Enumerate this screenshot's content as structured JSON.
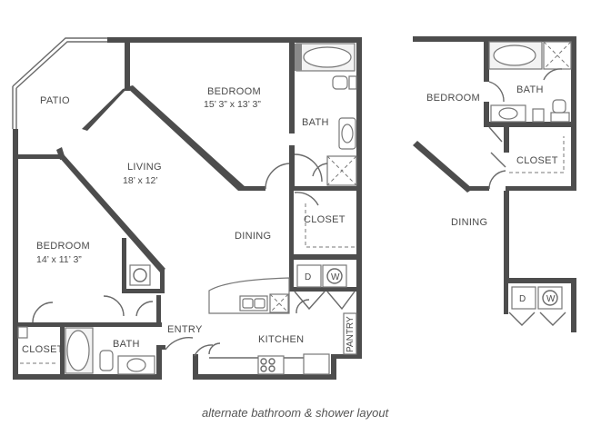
{
  "main_plan": {
    "rooms": {
      "patio": "PATIO",
      "bedroom1": "BEDROOM",
      "bedroom1_dim": "15’ 3” x 13’ 3”",
      "living": "LIVING",
      "living_dim": "18’ x 12’",
      "bedroom2": "BEDROOM",
      "bedroom2_dim": "14’ x 11’ 3”",
      "bath1": "BATH",
      "closet1": "CLOSET",
      "dining": "DINING",
      "closet2": "CLOSET",
      "bath2": "BATH",
      "entry": "ENTRY",
      "kitchen": "KITCHEN",
      "pantry": "PANTRY"
    },
    "appliances": {
      "dryer": "D",
      "washer": "W"
    }
  },
  "alternate_plan": {
    "rooms": {
      "bedroom": "BEDROOM",
      "bath": "BATH",
      "closet": "CLOSET",
      "dining": "DINING"
    },
    "appliances": {
      "dryer": "D",
      "washer": "W"
    }
  },
  "caption": "alternate bathroom & shower layout"
}
